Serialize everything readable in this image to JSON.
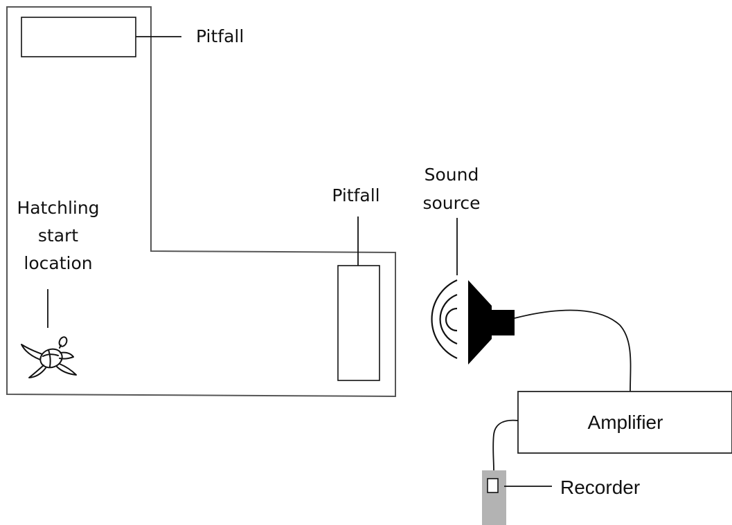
{
  "labels": {
    "pitfall_top": "Pitfall",
    "pitfall_right": "Pitfall",
    "sound_source": [
      "Sound",
      "source"
    ],
    "hatchling": [
      "Hatchling",
      "start",
      "location"
    ],
    "amplifier": "Amplifier",
    "recorder": "Recorder"
  },
  "colors": {
    "stroke": "#555555",
    "ink": "#000000",
    "recorder_body": "#b3b3b3"
  },
  "icons": {
    "turtle": "turtle-hatchling-icon",
    "speaker": "speaker-icon",
    "sound_waves": "sound-wave-icon"
  }
}
